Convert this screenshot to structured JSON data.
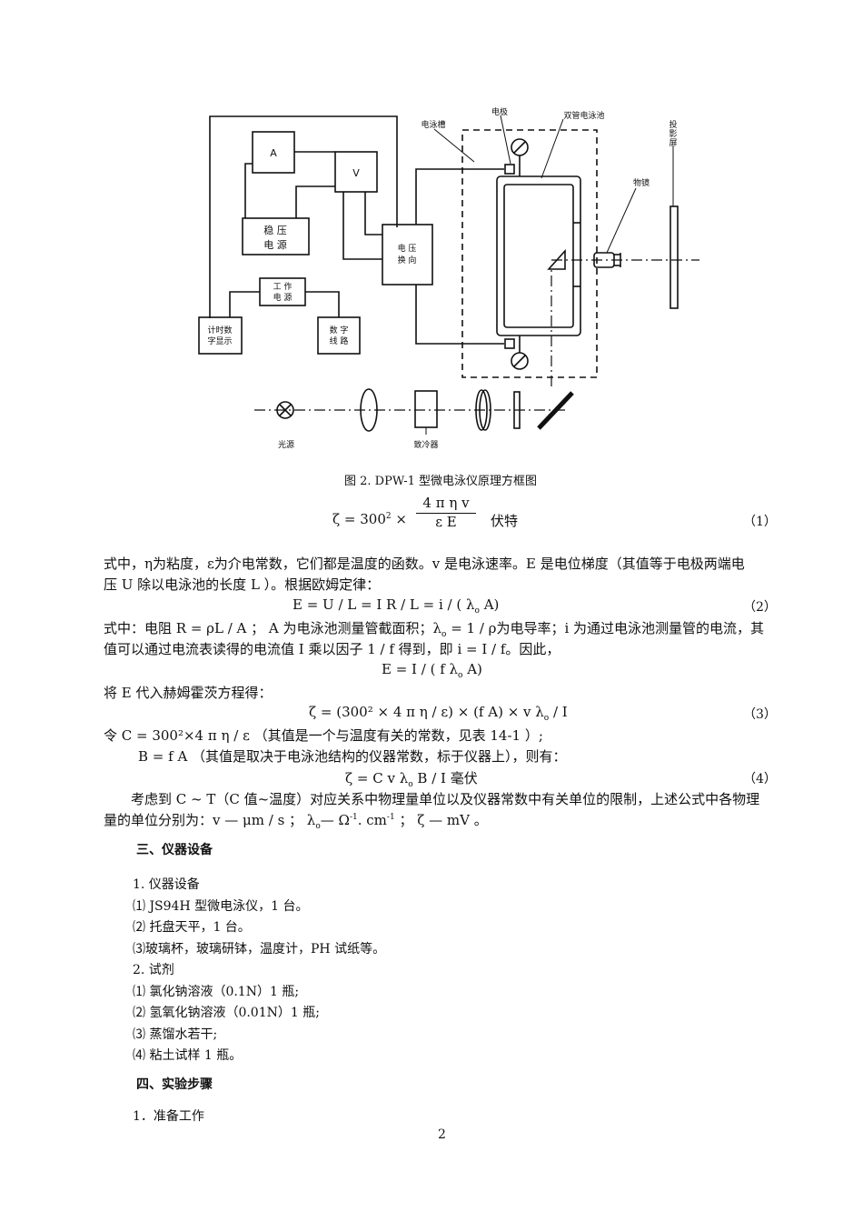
{
  "figure": {
    "caption": "图 2.   DPW-1 型微电泳仪原理方框图",
    "labels": {
      "box_A": "A",
      "box_V": "V",
      "stabilizer_1": "稳   压",
      "stabilizer_2": "电   源",
      "switch_1": "电   压",
      "switch_2": "换   向",
      "work_power_1": "工    作",
      "work_power_2": "电   源",
      "timer_1": "计时数",
      "timer_2": "字显示",
      "digital_1": "数   字",
      "digital_2": "线   路",
      "tank": "电泳槽",
      "electrode": "电极",
      "dual_tube": "双管电泳池",
      "objective": "物镜",
      "screen": "投影屏",
      "light_source": "光源",
      "cooler": "致冷器"
    }
  },
  "eq1": {
    "lhs": "ζ   =   300",
    "sup": "2",
    "times": " ×",
    "num": "4 π η v",
    "den": "ε E",
    "unit": "伏特",
    "no": "（1）"
  },
  "para1": {
    "line1": "式中，η为粘度，ε为介电常数，它们都是温度的函数。v 是电泳速率。E 是电位梯度（其值等于电极两端电",
    "line2": "压 U 除以电泳池的长度 L ）。根据欧姆定律："
  },
  "eq2": {
    "text": "E   =   U / L   =   I R / L   =   i / ( λ",
    "sub": "o",
    "tail": " A)",
    "no": "（2）"
  },
  "para2": {
    "line1": "式中：电阻 R = ρL / A ；  A 为电泳池测量管截面积；λ",
    "sub": "o",
    "line1b": " = 1 / ρ为电导率；i 为通过电泳池测量管的电流，其",
    "line2": "值可以通过电流表读得的电流值 I 乘以因子 1 / f 得到，即 i = I / f。因此，"
  },
  "eq_e": {
    "text": "E   =   I   / ( f λ",
    "sub": "o",
    "tail": "  A)"
  },
  "line_sub": "将 E 代入赫姆霍茨方程得：",
  "eq3": {
    "text": "ζ   = (300² ×  4  π  η  /  ε) × (f  A) ×  v  λ",
    "sub": "o",
    "tail": " / I",
    "no": "（3）"
  },
  "let_c": "令     C    =    300²×4 π η / ε  （其值是一个与温度有关的常数，见表 14-1 ）;",
  "let_b": "B    =    f A  （其值是取决于电泳池结构的仪器常数，标于仪器上），则有：",
  "eq4": {
    "text": "ζ    =    C  v  λ",
    "sub": "o",
    "tail": " B / I      毫伏",
    "no": "（4）"
  },
  "para3": {
    "line1": "考虑到 C ~ T（C 值~温度）对应关系中物理量单位以及仪器常数中有关单位的限制，上述公式中各物理",
    "line2a": "量的单位分别为：v — μm / s   ；    λ",
    "sub": "o",
    "line2b": "— Ω",
    "sup1": "-1",
    "line2c": ".  cm",
    "sup2": "-1",
    "line2d": "   ；    ζ — mV  。"
  },
  "section3": "三、仪器设备",
  "items": [
    "1. 仪器设备",
    "⑴ JS94H 型微电泳仪，1 台。",
    "⑵  托盘天平，1 台。",
    "⑶玻璃杯，玻璃研钵，温度计，PH 试纸等。",
    "2. 试剂",
    "⑴  氯化钠溶液（0.1N）1 瓶;",
    "⑵  氢氧化钠溶液（0.01N）1 瓶;",
    "⑶  蒸馏水若干;",
    "⑷  粘土试样 1 瓶。"
  ],
  "section4": "四、实验步骤",
  "step1": "1．准备工作",
  "page_number": "2"
}
